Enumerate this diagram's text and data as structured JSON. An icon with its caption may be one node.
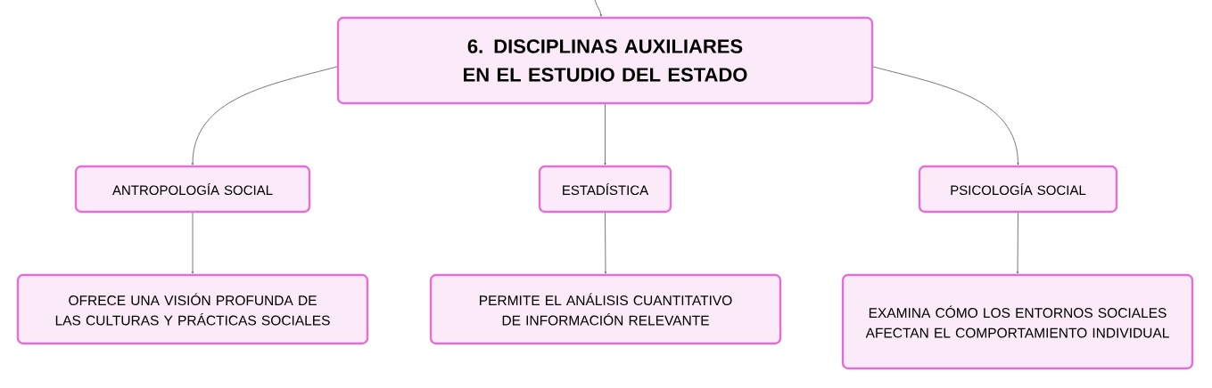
{
  "diagram": {
    "nodes": [
      {
        "text": [
          "6. DISCIPLINAS AUXILIARES EN EL ESTUDIO DEL ESTADO"
        ]
      },
      {
        "text": [
          "ANTROPOLOGÍA SOCIAL"
        ]
      },
      {
        "text": [
          "ESTADÍSTICA"
        ]
      },
      {
        "text": [
          "PSICOLOGÍA SOCIAL"
        ]
      },
      {
        "text": [
          "OFRECE UNA VISIÓN PROFUNDA DE LAS CULTURAS Y PRÁCTICAS SOCIALES"
        ]
      },
      {
        "text": [
          "PERMITE EL ANÁLISIS CUANTITATIVO DE INFORMACIÓN RELEVANTE"
        ]
      },
      {
        "text": [
          "EXAMINA CÓMO LOS ENTORNOS SOCIALES AFECTAN EL COMPORTAMIENTO INDIVIDUAL"
        ]
      }
    ],
    "edges": [
      {
        "from": null,
        "to": 0,
        "arrow": "to"
      },
      {
        "from": 0,
        "to": 1,
        "arrow": "to"
      },
      {
        "from": 0,
        "to": 2,
        "arrow": "to"
      },
      {
        "from": 0,
        "to": 3,
        "arrow": "to"
      },
      {
        "from": 1,
        "to": 4,
        "arrow": "to"
      },
      {
        "from": 2,
        "to": 5,
        "arrow": "to"
      },
      {
        "from": 3,
        "to": 6,
        "arrow": "to"
      }
    ]
  }
}
